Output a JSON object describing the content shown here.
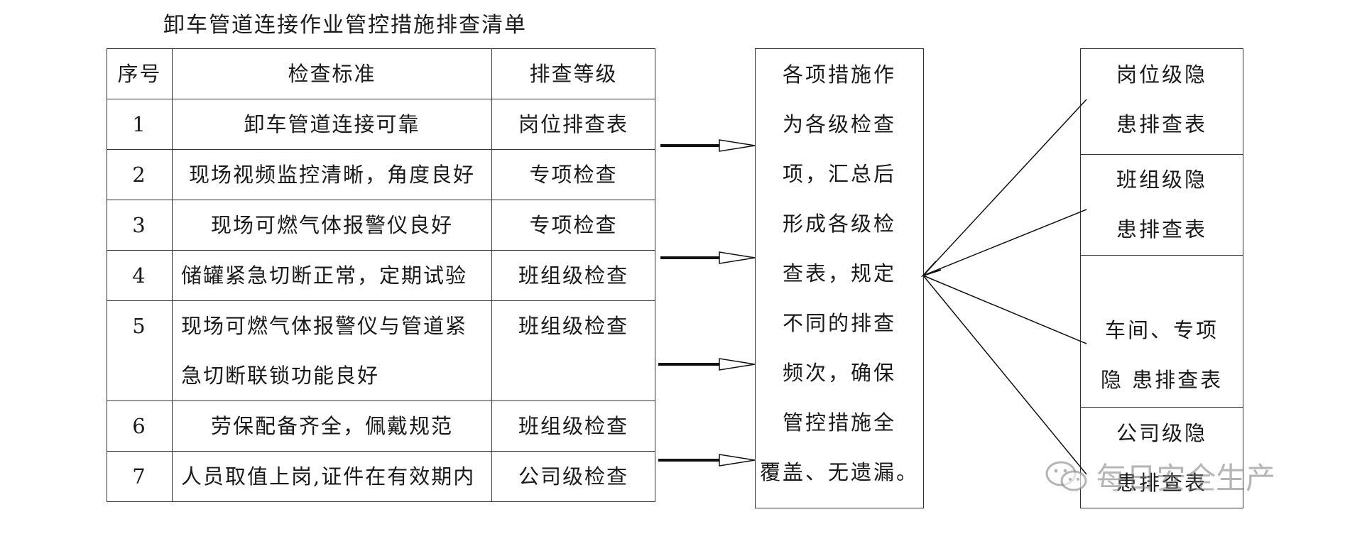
{
  "title": "卸车管道连接作业管控措施排查清单",
  "table": {
    "headers": [
      "序号",
      "检查标准",
      "排查等级"
    ],
    "rows": [
      {
        "no": "1",
        "standard": "卸车管道连接可靠",
        "level": "岗位排查表"
      },
      {
        "no": "2",
        "standard": "现场视频监控清晰，角度良好",
        "level": "专项检查"
      },
      {
        "no": "3",
        "standard": "现场可燃气体报警仪良好",
        "level": "专项检查"
      },
      {
        "no": "4",
        "standard": "储罐紧急切断正常，定期试验",
        "level": "班组级检查"
      },
      {
        "no": "5",
        "standard_line1": "现场可燃气体报警仪与管道紧",
        "standard_line2": "急切断联锁功能良好",
        "level": "班组级检查"
      },
      {
        "no": "6",
        "standard": "劳保配备齐全，佩戴规范",
        "level": "班组级检查"
      },
      {
        "no": "7",
        "standard": "人员取值上岗,证件在有效期内",
        "level": "公司级检查"
      }
    ]
  },
  "measures_text": [
    "各项措施作",
    "为各级检查",
    "项，汇总后",
    "形成各级检",
    "查表，规定",
    "不同的排查",
    "频次，确保",
    "管控措施全",
    "覆盖、无遗漏。"
  ],
  "right_tables": [
    {
      "line1": "岗位级隐",
      "line2": "患排查表"
    },
    {
      "line1": "班组级隐",
      "line2": "患排查表"
    },
    {
      "line1": "车间、专项",
      "line2": "隐 患排查表"
    },
    {
      "line1": "公司级隐",
      "line2": "患排查表"
    }
  ],
  "watermark": "每日安全生产",
  "colors": {
    "line": "#333333",
    "text": "#1a1a1a",
    "watermark": "#888888"
  }
}
